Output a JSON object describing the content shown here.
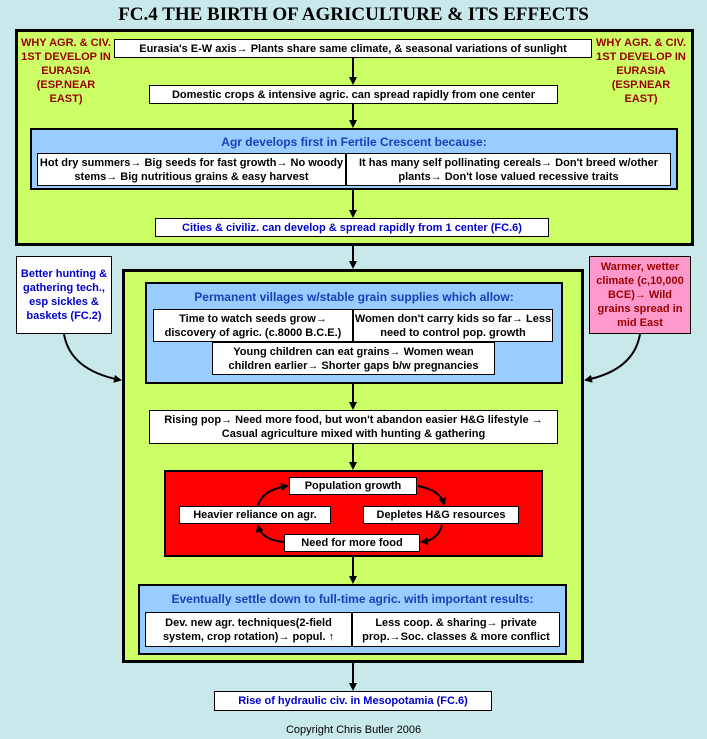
{
  "title": "FC.4 THE BIRTH OF AGRICULTURE & ITS EFFECTS",
  "side_note_left": "WHY AGR. & CIV. 1ST DEVELOP IN EURASIA (ESP.NEAR EAST)",
  "side_note_right": "WHY AGR. & CIV. 1ST DEVELOP IN EURASIA (ESP.NEAR EAST)",
  "box_eurasia": "Eurasia's E-W axis→ Plants share same climate, & seasonal variations of sunlight",
  "box_domestic": "Domestic crops & intensive agric. can spread rapidly from one center",
  "fertile_header": "Agr develops first in Fertile Crescent because:",
  "fertile_left": "Hot dry summers→ Big seeds for fast growth→ No woody stems→ Big nutritious grains & easy harvest",
  "fertile_right": "It has many self pollinating cereals→ Don't breed w/other plants→ Don't lose valued recessive traits",
  "box_cities": "Cities & civiliz. can develop & spread rapidly from 1 center (FC.6)",
  "left_side": "Better hunting & gathering tech., esp sickles & baskets (FC.2)",
  "right_side": "Warmer, wetter climate (c,10,000 BCE)→ Wild grains spread in mid East",
  "villages_header": "Permanent villages w/stable grain supplies which allow:",
  "villages_a": "Time to watch seeds grow→ discovery of agric. (c.8000 B.C.E.)",
  "villages_b": "Women don't carry kids so far→ Less need to control pop. growth",
  "villages_c": "Young children can eat grains→ Women wean children earlier→ Shorter gaps b/w pregnancies",
  "box_rising": "Rising pop→ Need more food, but won't abandon easier H&G lifestyle → Casual agriculture mixed with hunting & gathering",
  "cycle": {
    "top": "Population growth",
    "right": "Depletes H&G resources",
    "bottom": "Need for more food",
    "left": "Heavier reliance on agr."
  },
  "settle_header": "Eventually settle down to full-time agric. with important results:",
  "settle_left": "Dev. new agr. techniques(2-field system, crop rotation)→ popul. ↑",
  "settle_right": "Less coop. & sharing→ private prop.→Soc. classes & more conflict",
  "box_hydraulic": "Rise of hydraulic civ. in Mesopotamia (FC.6)",
  "copyright": "Copyright Chris Butler 2006"
}
